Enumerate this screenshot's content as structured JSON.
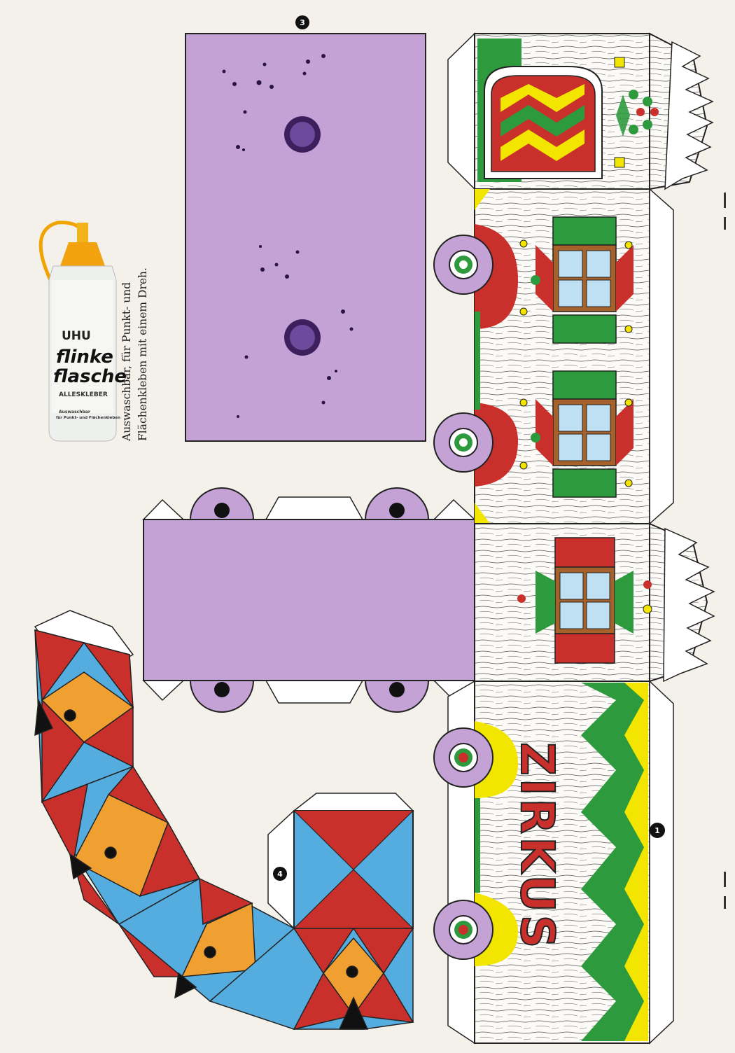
{
  "caption": {
    "line1": "Auswaschbar, für Punkt- und",
    "line2": "Flächenkleben mit einem Dreh."
  },
  "bottle": {
    "brand": "UHU",
    "name_line1": "flinke",
    "name_line2": "flasche",
    "product": "ALLESKLEBER",
    "small_line1": "Auswaschbar",
    "small_line2": "für Punkt- und Flächenkleben"
  },
  "wagon": {
    "sign": "ZIRKUS"
  },
  "part_numbers": {
    "p1": "1",
    "p3": "3",
    "p4": "4"
  },
  "colors": {
    "paper": "#f3f1ea",
    "lilac": "#c4a2d6",
    "red": "#c9302c",
    "green": "#2e9a3e",
    "yellow": "#f2e600",
    "blue": "#55acdf",
    "orange": "#f0a030",
    "brown": "#a6622a"
  }
}
